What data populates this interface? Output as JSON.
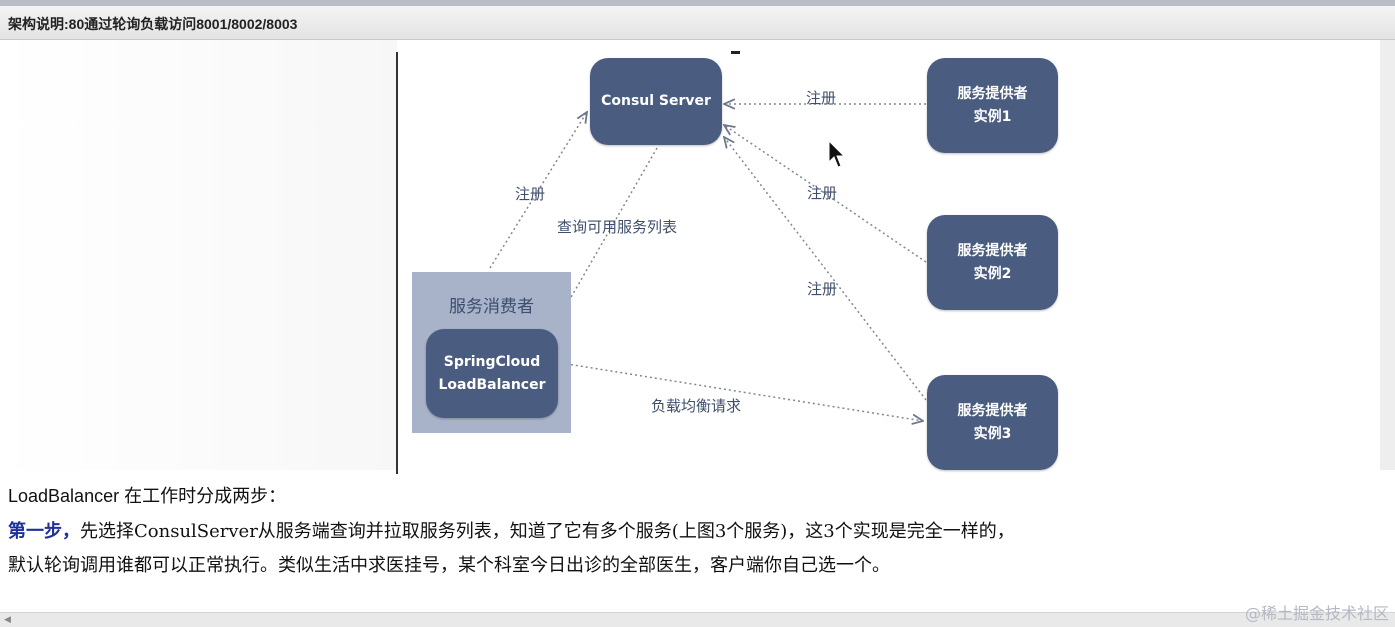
{
  "header": {
    "title": "架构说明:80通过轮询负载访问8001/8002/8003"
  },
  "diagram": {
    "consul_server": "Consul Server",
    "providers": [
      {
        "line1": "服务提供者",
        "line2": "实例1"
      },
      {
        "line1": "服务提供者",
        "line2": "实例2"
      },
      {
        "line1": "服务提供者",
        "line2": "实例3"
      }
    ],
    "consumer_title": "服务消费者",
    "consumer_node": {
      "line1": "SpringCloud",
      "line2": "LoadBalancer"
    },
    "edge_labels": {
      "register_consumer": "注册",
      "query_list": "查询可用服务列表",
      "register_p1": "注册",
      "register_p2": "注册",
      "register_p3": "注册",
      "lb_request": "负载均衡请求"
    },
    "colors": {
      "node": "#4a5d80",
      "consumer_bg": "#a8b2c8",
      "edge": "#7d8899"
    }
  },
  "content": {
    "line1": "LoadBalancer 在工作时分成两步：",
    "step_label": "第一步，",
    "line2_rest": "先选择ConsulServer从服务端查询并拉取服务列表，知道了它有多个服务(上图3个服务)，这3个实现是完全一样的，",
    "line3": "默认轮询调用谁都可以正常执行。类似生活中求医挂号，某个科室今日出诊的全部医生，客户端你自己选一个。"
  },
  "watermark": "@稀土掘金技术社区"
}
